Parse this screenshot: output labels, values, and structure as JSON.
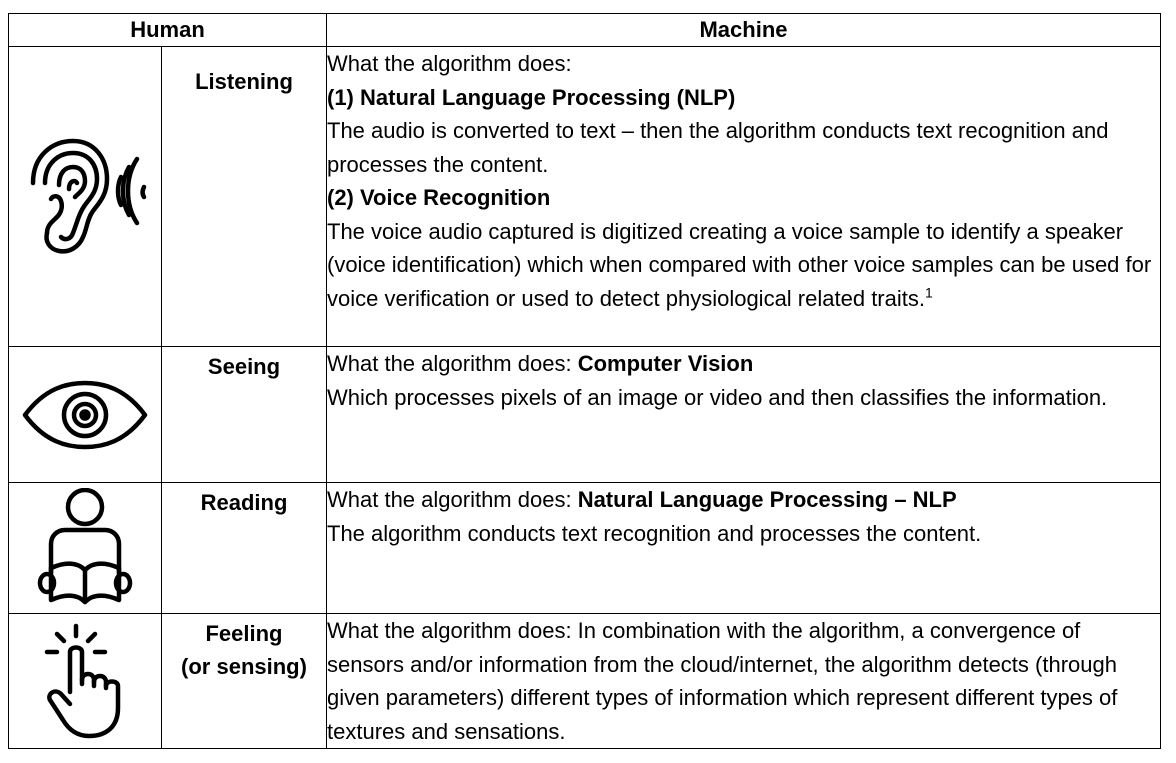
{
  "header": {
    "human": "Human",
    "machine": "Machine"
  },
  "rows": [
    {
      "icon": "ear-listening-icon",
      "label": "Listening",
      "intro": "What the algorithm does:",
      "sub1_title": "(1) Natural Language Processing (NLP)",
      "sub1_text": "The audio is converted to text – then the algorithm conducts text recognition and processes the content.",
      "sub2_title": "(2) Voice Recognition",
      "sub2_text": "The voice audio captured is digitized creating a voice sample to identify a speaker (voice identification) which when compared with other voice samples can be used for voice verification or used to detect physiological related traits.",
      "footnote": "1"
    },
    {
      "icon": "eye-icon",
      "label": "Seeing",
      "intro": "What the algorithm does: ",
      "intro_bold": "Computer Vision",
      "text": "Which processes pixels of an image or video and then classifies the information."
    },
    {
      "icon": "person-reading-book-icon",
      "label": "Reading",
      "intro": "What the algorithm does: ",
      "intro_bold": "Natural Language Processing – NLP",
      "text": "The algorithm conducts text recognition and processes the content."
    },
    {
      "icon": "finger-touch-icon",
      "label_line1": "Feeling",
      "label_line2": "(or sensing)",
      "text": "What the algorithm does: In combination with the algorithm, a convergence of sensors and/or information from the cloud/internet, the algorithm detects (through given parameters) different types of information which represent different types of textures and sensations."
    }
  ]
}
